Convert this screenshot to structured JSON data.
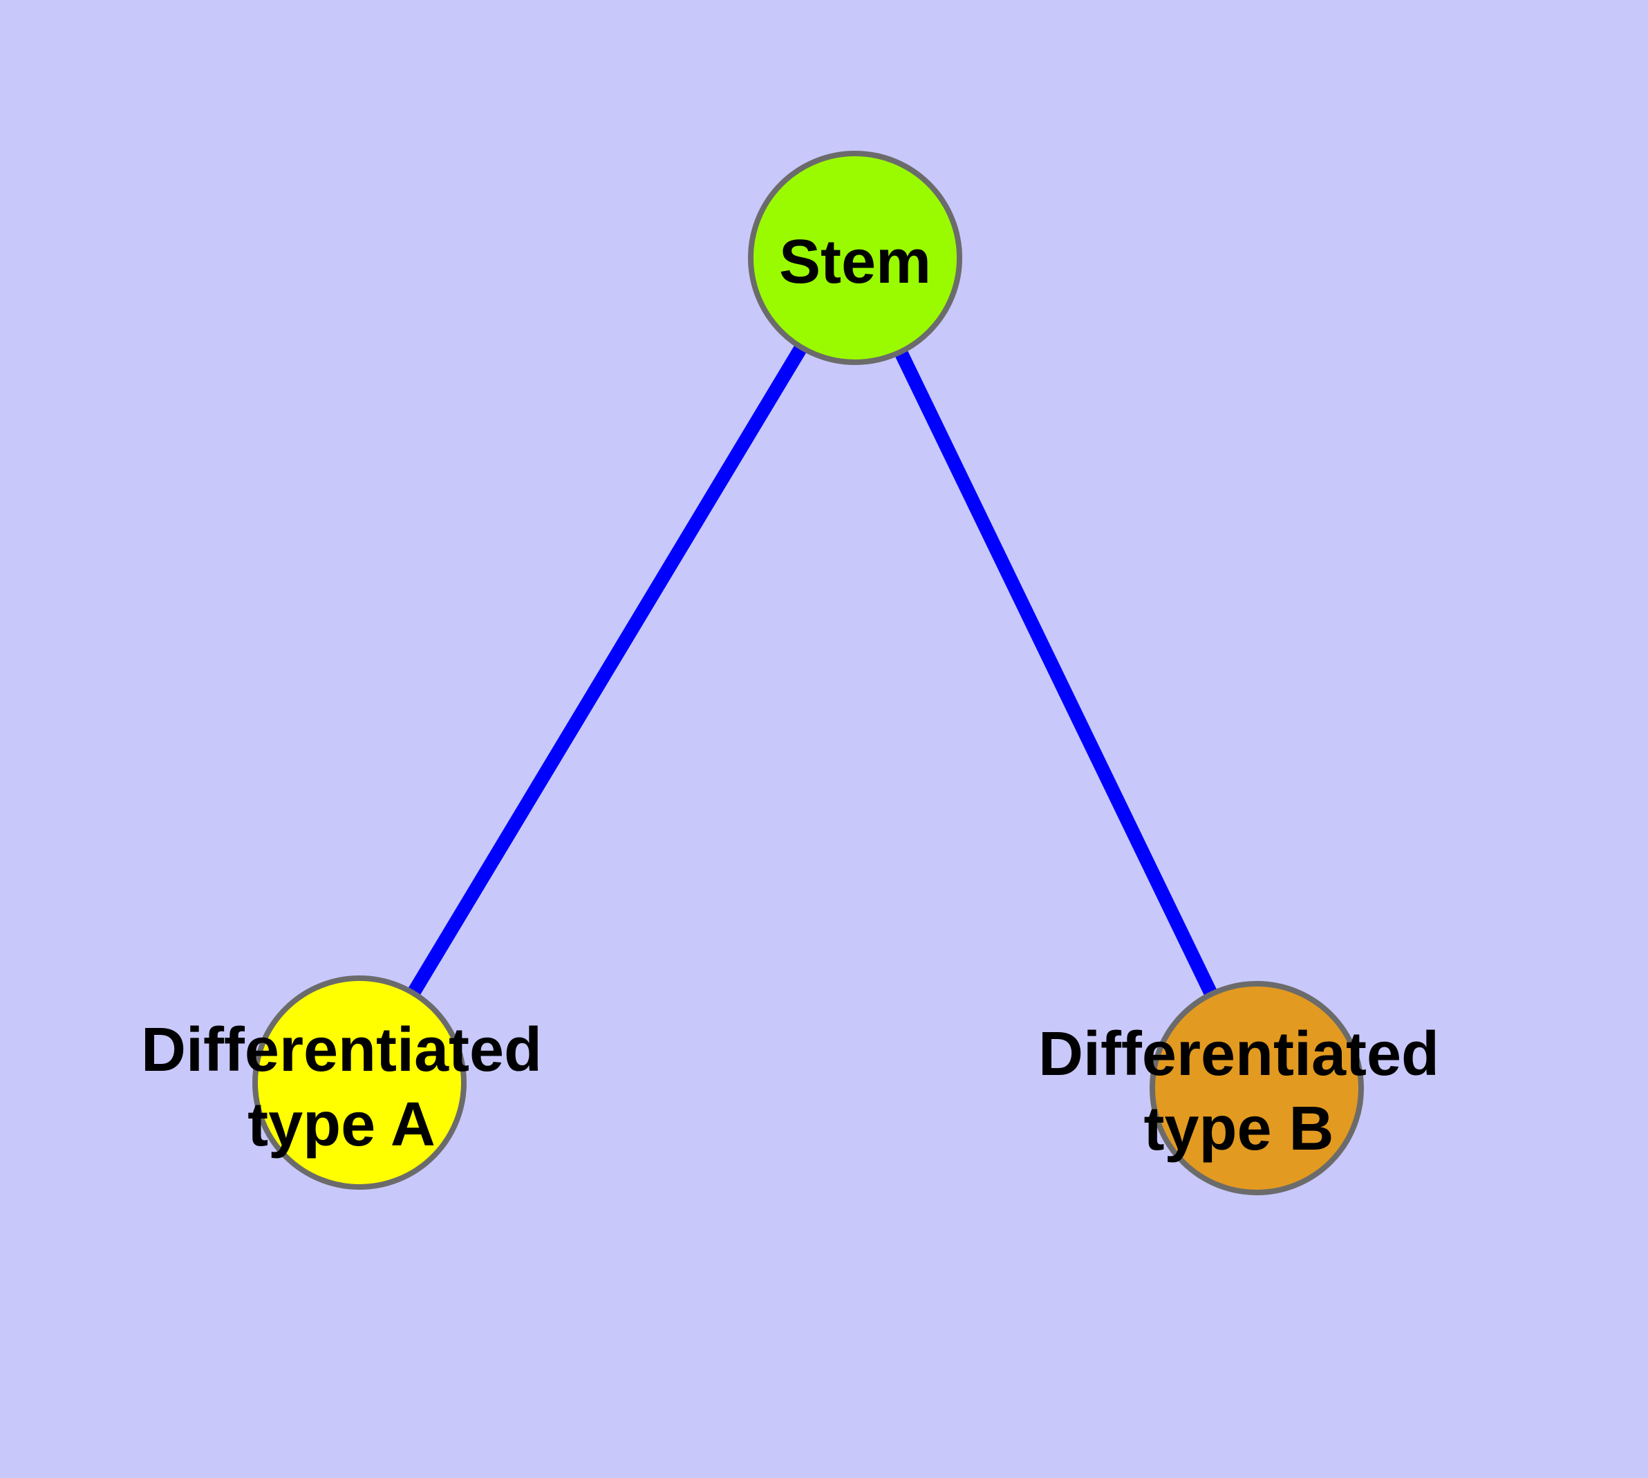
{
  "canvas": {
    "background_color": "#C8C8FA"
  },
  "graph": {
    "label_color": "#000000",
    "node_border_color": "#6B6B6B",
    "edge_color": "#0000FF",
    "nodes": [
      {
        "id": "stem",
        "label_lines": [
          "Stem"
        ],
        "fill": "#9AFB00"
      },
      {
        "id": "differentiated-type-a",
        "label_lines": [
          "Differentiated",
          "type A"
        ],
        "fill": "#FFFF00"
      },
      {
        "id": "differentiated-type-b",
        "label_lines": [
          "Differentiated",
          "type B"
        ],
        "fill": "#E29A20"
      }
    ],
    "edges": [
      {
        "from": "stem",
        "to": "differentiated-type-a",
        "color": "#0000FF"
      },
      {
        "from": "stem",
        "to": "differentiated-type-b",
        "color": "#0000FF"
      }
    ]
  }
}
